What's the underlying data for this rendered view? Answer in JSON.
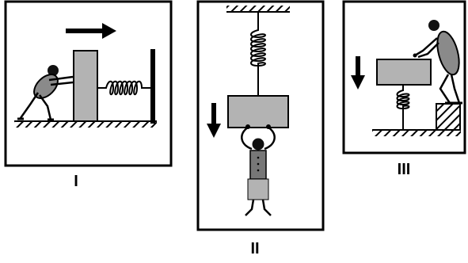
{
  "panels": [
    {
      "id": "panel-1",
      "label": "I"
    },
    {
      "id": "panel-2",
      "label": "II"
    },
    {
      "id": "panel-3",
      "label": "III"
    }
  ],
  "colors": {
    "ink": "#000000",
    "box_fill": "#b3b3b3",
    "figure_body": "#8a8a8a",
    "figure_head": "#111111",
    "background": "#ffffff"
  }
}
